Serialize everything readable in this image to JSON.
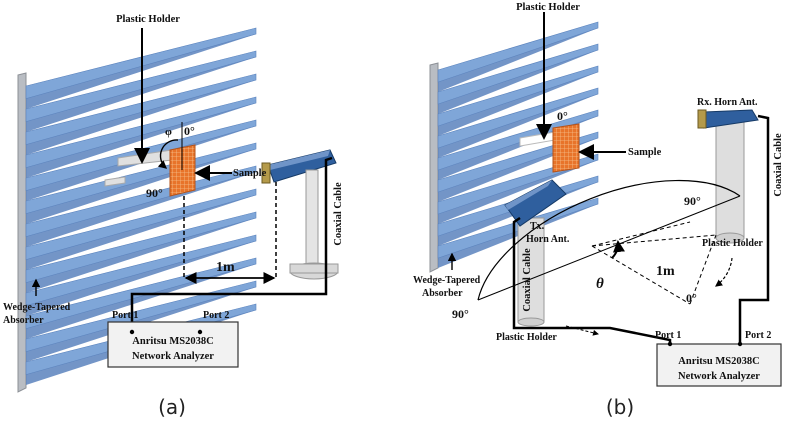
{
  "panel_a": {
    "caption": "(a)",
    "plastic_holder": "Plastic Holder",
    "phi": "φ",
    "angle_0": "0°",
    "angle_90": "90°",
    "sample": "Sample",
    "coaxial_cable": "Coaxial Cable",
    "distance": "1m",
    "absorber_line1": "Wedge-Tapered",
    "absorber_line2": "Absorber",
    "port1": "Port 1",
    "port2": "Port 2",
    "analyzer_line1": "Anritsu MS2038C",
    "analyzer_line2": "Network Analyzer"
  },
  "panel_b": {
    "caption": "(b)",
    "plastic_holder_top": "Plastic Holder",
    "angle_0_sample": "0°",
    "sample": "Sample",
    "rx_horn": "Rx. Horn Ant.",
    "coaxial_cable_right": "Coaxial Cable",
    "angle_90_top": "90°",
    "tx_line1": "Tx.",
    "tx_line2": "Horn Ant.",
    "coaxial_cable_left": "Coaxial Cable",
    "plastic_holder_right": "Plastic Holder",
    "theta": "θ",
    "distance": "1m",
    "angle_0_bottom": "0°",
    "angle_90_left": "90°",
    "absorber_line1": "Wedge-Tapered",
    "absorber_line2": "Absorber",
    "plastic_holder_bottom": "Plastic Holder",
    "port1": "Port 1",
    "port2": "Port 2",
    "analyzer_line1": "Anritsu MS2038C",
    "analyzer_line2": "Network Analyzer"
  },
  "colors": {
    "wedge_fill": "#7fa6d8",
    "wedge_dark": "#5b83bd",
    "wall": "#b9bdc3",
    "horn_blue": "#1f4f8c",
    "horn_gold": "#b49a4a",
    "sample_orange": "#e8742a",
    "holder_gray": "#dadada"
  }
}
